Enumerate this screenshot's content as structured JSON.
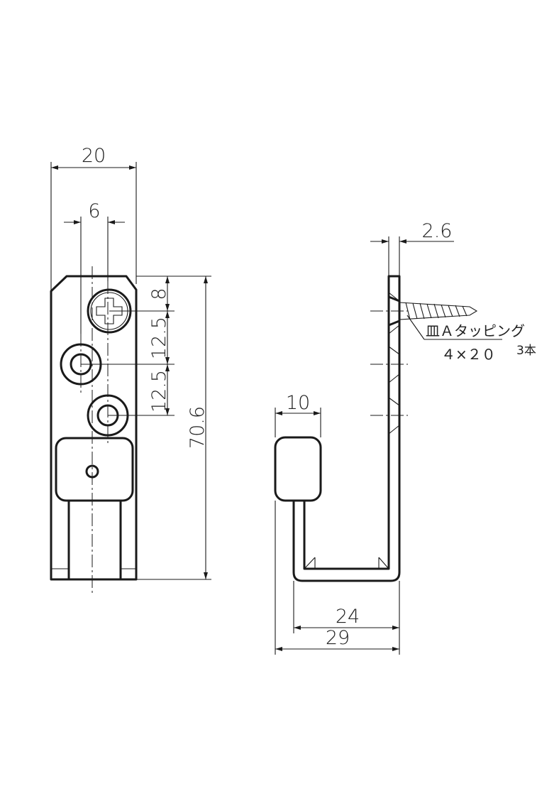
{
  "front_view": {
    "dim_width": "20",
    "dim_hole_spacing": "6",
    "dim_top_offset": "8",
    "dim_pitch_1": "12.5",
    "dim_pitch_2": "12.5",
    "dim_height": "70.6"
  },
  "side_view": {
    "dim_thickness": "2.6",
    "dim_knob_width": "10",
    "dim_inner_depth": "24",
    "dim_total_depth": "29",
    "screw_note_line1": "皿Ａタッピング",
    "screw_note_line2": "４×２０",
    "screw_qty": "3本"
  }
}
